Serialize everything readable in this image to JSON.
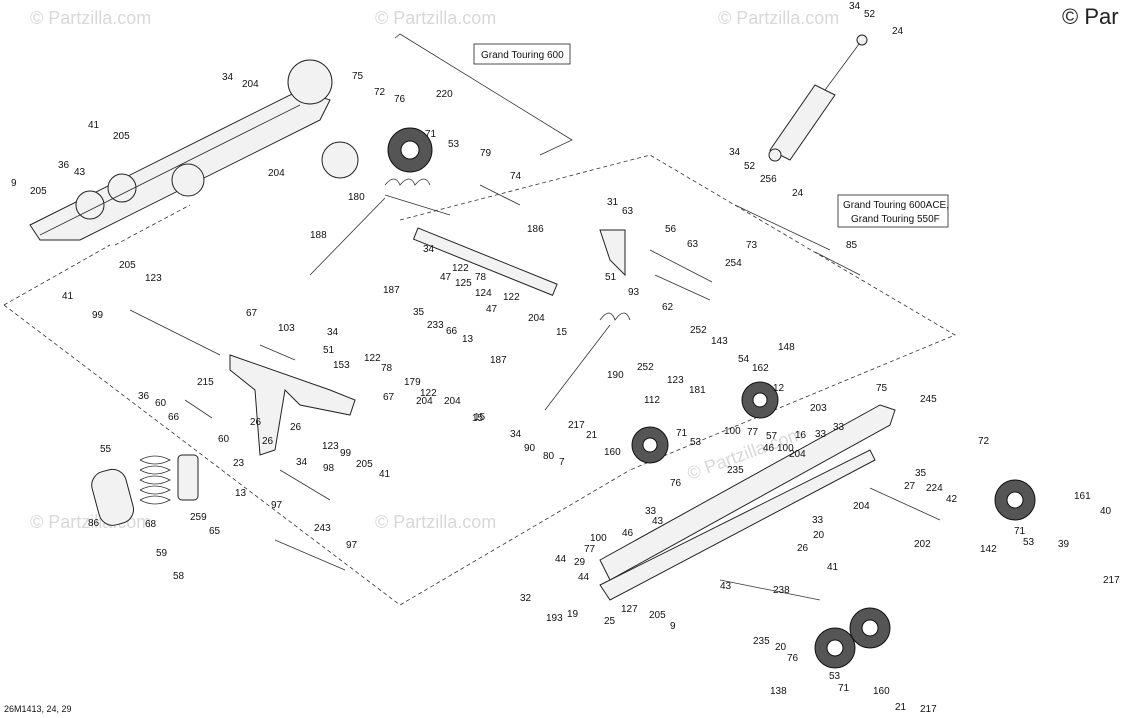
{
  "copyright": "© Par",
  "watermarks": [
    "© Partzilla.com",
    "© Partzilla.com",
    "© Partzilla.com",
    "© Partzilla.com",
    "© Partzilla.com",
    "© Partzilla.com"
  ],
  "reference_code": "26M1413, 24, 29",
  "model_boxes": {
    "box1": "Grand Touring 600",
    "box2_line1": "Grand Touring 600ACE,",
    "box2_line2": "Grand Touring 550F"
  },
  "callouts": [
    "34",
    "52",
    "24",
    "204",
    "34",
    "75",
    "72",
    "76",
    "220",
    "41",
    "205",
    "36",
    "43",
    "9",
    "205",
    "204",
    "71",
    "53",
    "79",
    "74",
    "180",
    "34",
    "52",
    "256",
    "24",
    "31",
    "63",
    "56",
    "63",
    "73",
    "85",
    "188",
    "186",
    "34",
    "122",
    "78",
    "47",
    "125",
    "124",
    "47",
    "122",
    "51",
    "254",
    "62",
    "93",
    "187",
    "205",
    "41",
    "123",
    "99",
    "67",
    "103",
    "34",
    "35",
    "233",
    "66",
    "13",
    "51",
    "153",
    "122",
    "78",
    "179",
    "122",
    "187",
    "204",
    "15",
    "204",
    "15",
    "252",
    "143",
    "252",
    "123",
    "181",
    "54",
    "162",
    "148",
    "190",
    "215",
    "36",
    "60",
    "66",
    "26",
    "26",
    "60",
    "23",
    "26",
    "34",
    "67",
    "13",
    "55",
    "204",
    "15",
    "123",
    "99",
    "205",
    "41",
    "98",
    "12",
    "203",
    "16",
    "75",
    "245",
    "33",
    "217",
    "21",
    "160",
    "112",
    "71",
    "53",
    "34",
    "90",
    "80",
    "7",
    "100",
    "77",
    "46",
    "100",
    "57",
    "235",
    "204",
    "33",
    "76",
    "72",
    "27",
    "35",
    "224",
    "42",
    "161",
    "40",
    "39",
    "53",
    "71",
    "142",
    "86",
    "68",
    "259",
    "97",
    "65",
    "59",
    "58",
    "243",
    "97",
    "33",
    "33",
    "43",
    "20",
    "46",
    "100",
    "77",
    "29",
    "26",
    "44",
    "44",
    "32",
    "19",
    "193",
    "25",
    "127",
    "205",
    "9",
    "204",
    "202",
    "217",
    "43",
    "41",
    "238",
    "235",
    "20",
    "76",
    "138",
    "53",
    "71",
    "160",
    "21",
    "217"
  ]
}
